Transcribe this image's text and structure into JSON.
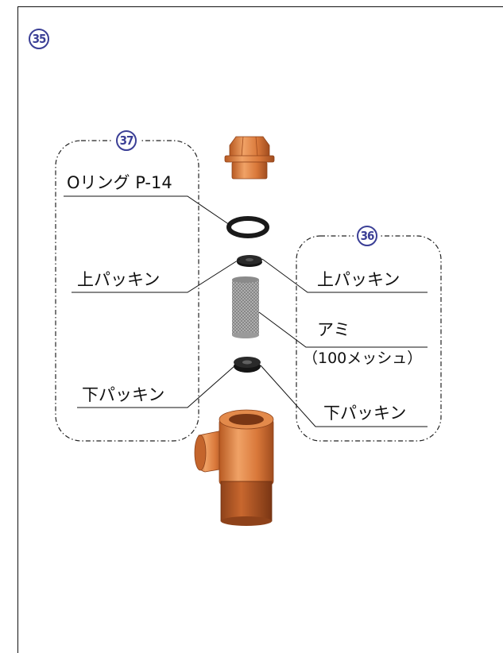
{
  "figure_number": "35",
  "groups": {
    "left_kit": {
      "number": "37"
    },
    "right_kit": {
      "number": "36"
    }
  },
  "labels": {
    "o_ring": "Oリング P-14",
    "upper_packing_left": "上パッキン",
    "lower_packing_left": "下パッキン",
    "upper_packing_right": "上パッキン",
    "mesh": "アミ",
    "mesh_spec": "（100メッシュ）",
    "lower_packing_right": "下パッキン"
  },
  "colors": {
    "brass": "#d97a3c",
    "brass_dark": "#a9542a",
    "rubber": "#1a1a1a",
    "mesh": "#9a9a9a",
    "badge": "#3b3f96"
  }
}
